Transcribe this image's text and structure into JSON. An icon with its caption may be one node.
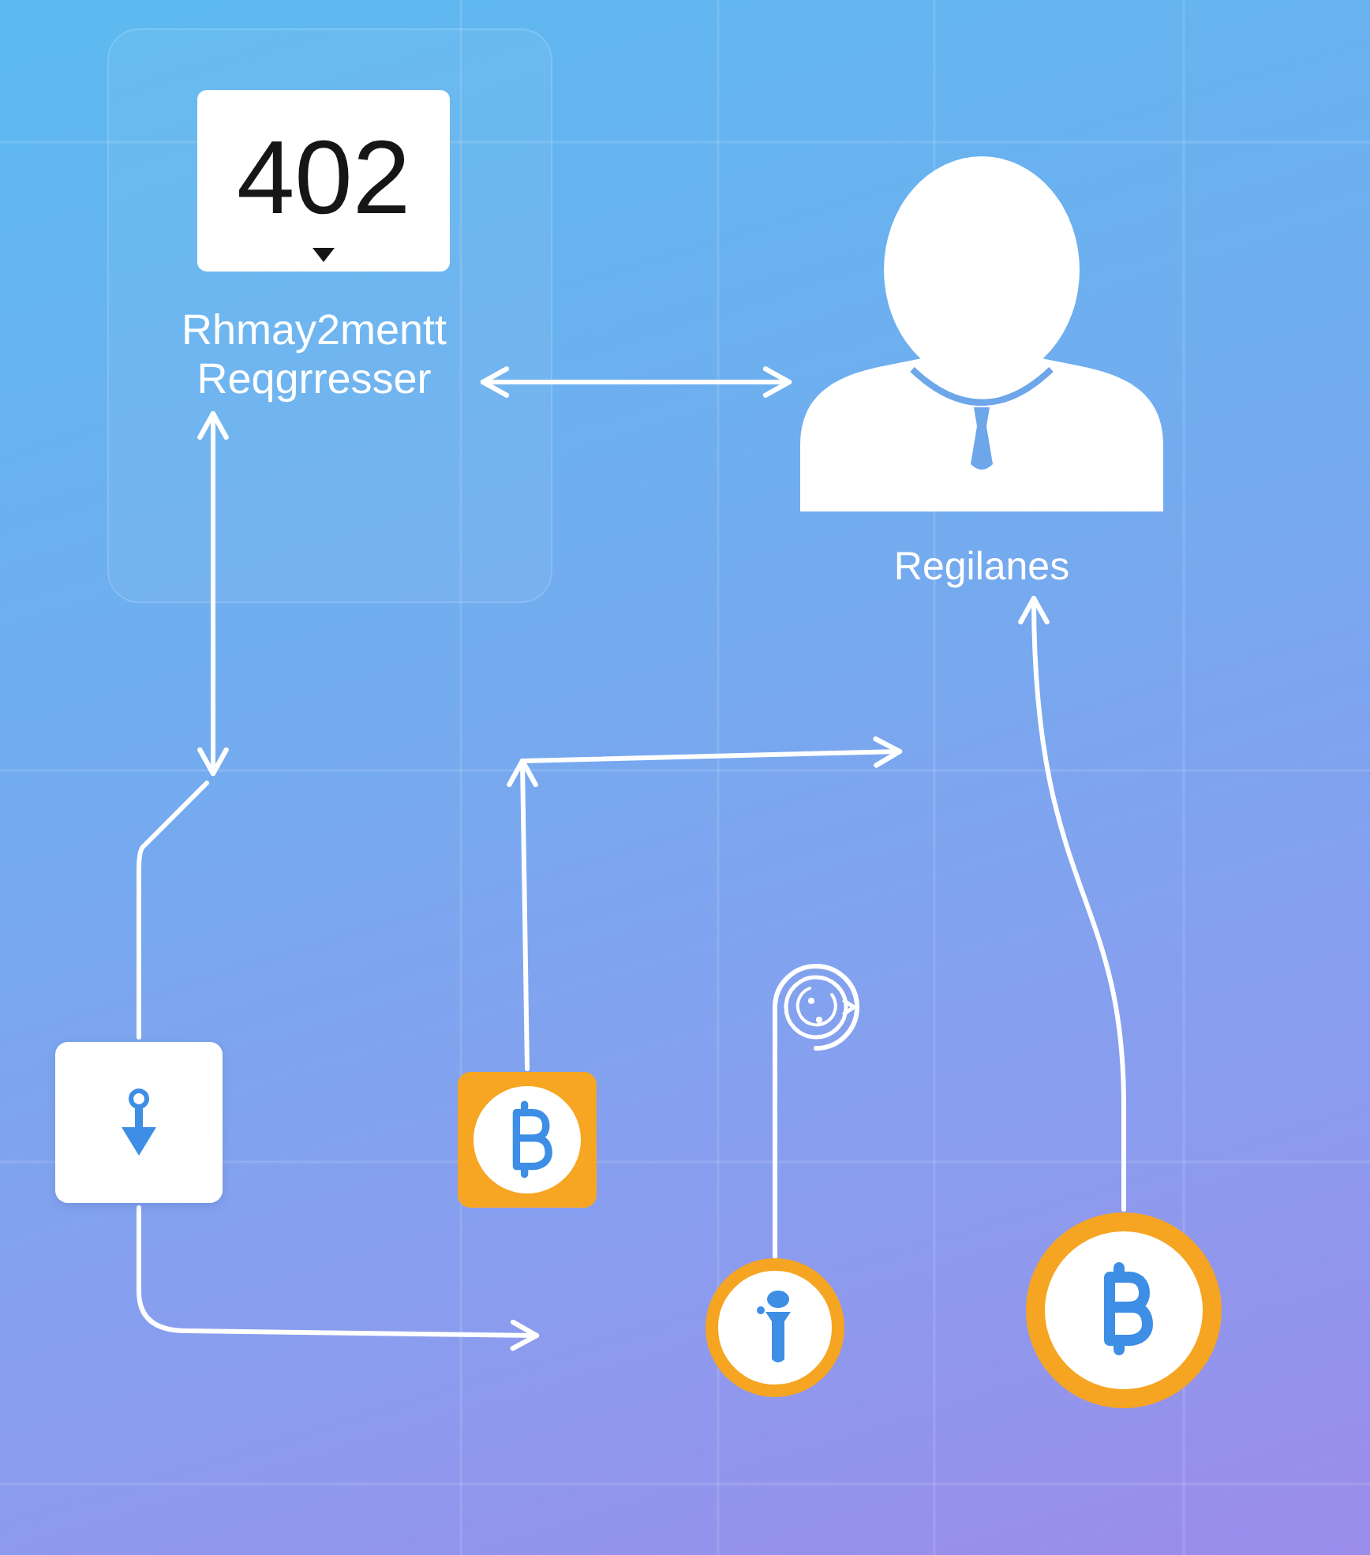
{
  "diagram": {
    "nodes": [
      {
        "text": [
          "402"
        ]
      },
      {
        "text": [
          "Rhmay2mentt Reqgrresser"
        ]
      },
      {
        "text": [
          "Regilanes"
        ]
      },
      {
        "text": [],
        "shape": "box"
      },
      {
        "text": [],
        "shape": "box"
      },
      {
        "text": [],
        "shape": "picture"
      },
      {
        "text": [],
        "shape": "circle"
      },
      {
        "text": [],
        "shape": "circle"
      }
    ],
    "edges": [
      {
        "from": 1,
        "to": 2,
        "arrow": "both"
      },
      {
        "from": 1,
        "to": null,
        "arrow": "both"
      },
      {
        "from": null,
        "to": 3,
        "arrow": "none"
      },
      {
        "from": 3,
        "to": null,
        "arrow": "to"
      },
      {
        "from": 4,
        "to": null,
        "arrow": "to"
      },
      {
        "from": 6,
        "to": 5,
        "arrow": "none"
      },
      {
        "from": 7,
        "to": 2,
        "arrow": "to"
      }
    ]
  }
}
